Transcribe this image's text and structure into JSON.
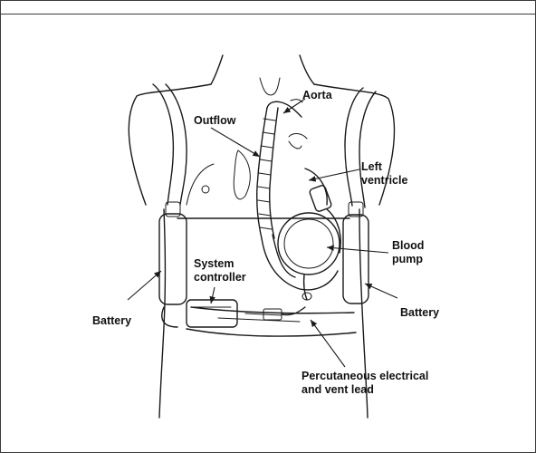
{
  "labels": {
    "aorta": "Aorta",
    "outflow": "Outflow",
    "left_ventricle": "Left\nventricle",
    "blood_pump": "Blood\npump",
    "system_controller": "System\ncontroller",
    "battery_left": "Battery",
    "battery_right": "Battery",
    "lead": "Percutaneous electrical\nand vent lead"
  }
}
